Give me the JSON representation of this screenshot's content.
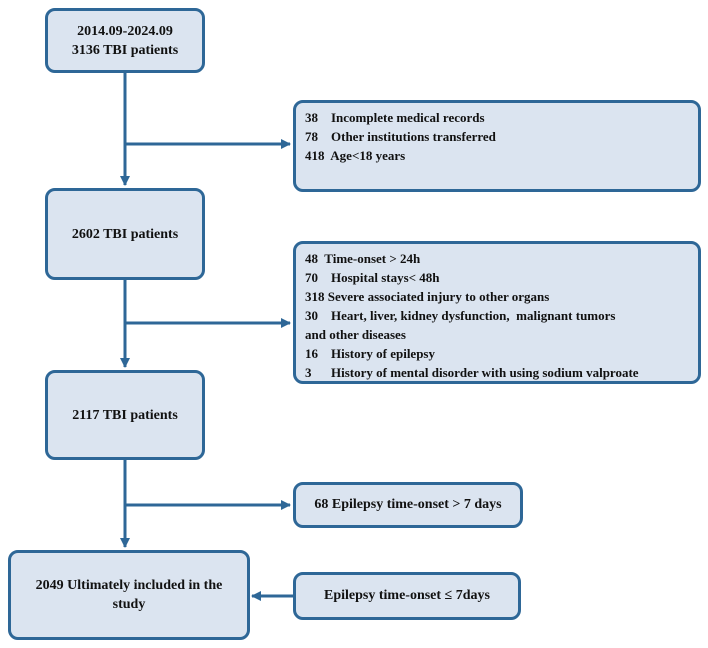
{
  "nodes": {
    "start": {
      "lines": [
        "2014.09-2024.09",
        "3136 TBI patients"
      ]
    },
    "tbi_2602": {
      "lines": [
        "2602 TBI patients"
      ]
    },
    "tbi_2117": {
      "lines": [
        "2117 TBI patients"
      ]
    },
    "final": {
      "lines": [
        "2049 Ultimately included in the",
        "study"
      ]
    }
  },
  "exclusions": {
    "first": {
      "items": [
        "38    Incomplete medical records",
        "78    Other institutions transferred",
        "418  Age<18 years"
      ]
    },
    "second": {
      "items": [
        "48  Time-onset > 24h",
        "70    Hospital stays< 48h",
        "318 Severe associated injury to other organs",
        "30    Heart, liver, kidney dysfunction,  malignant tumors",
        "and other diseases",
        "16    History of epilepsy",
        "3      History of mental disorder with using sodium valproate"
      ]
    },
    "third": {
      "text": "68 Epilepsy time-onset > 7 days"
    }
  },
  "side_input": {
    "text": "Epilepsy time-onset ≤ 7days"
  },
  "colors": {
    "box_fill": "#dbe4f0",
    "box_border": "#2e6797",
    "arrow": "#2e6797"
  }
}
